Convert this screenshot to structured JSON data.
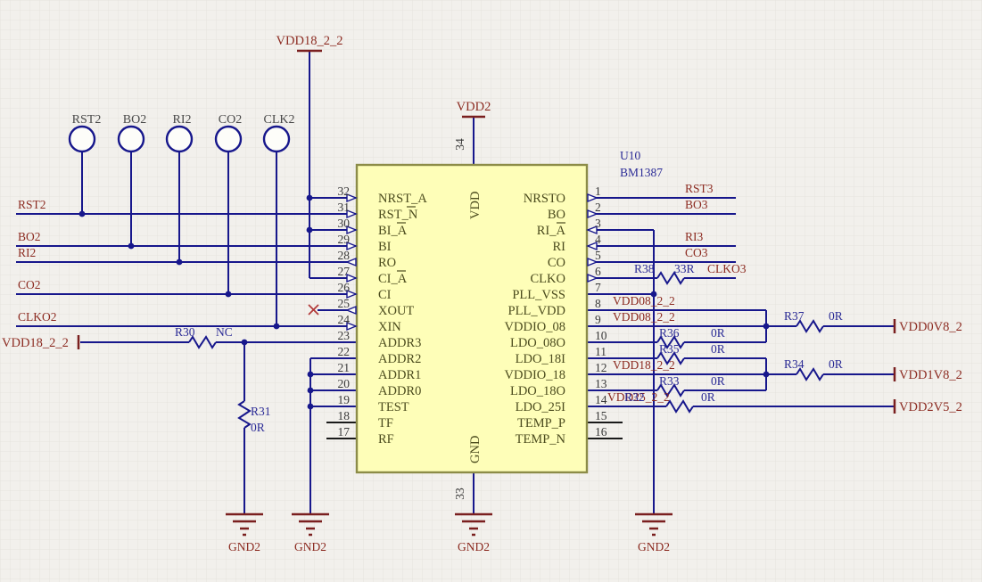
{
  "ic": {
    "refdes": "U10",
    "part": "BM1387",
    "top_pin": {
      "number": "34",
      "name": "VDD"
    },
    "bottom_pin": {
      "number": "33",
      "name": "GND"
    },
    "left_pins": [
      {
        "number": "32",
        "name": "NRST_A"
      },
      {
        "number": "31",
        "name": "RST_N"
      },
      {
        "number": "30",
        "name": "BI_A"
      },
      {
        "number": "29",
        "name": "BI"
      },
      {
        "number": "28",
        "name": "RO"
      },
      {
        "number": "27",
        "name": "CI_A"
      },
      {
        "number": "26",
        "name": "CI"
      },
      {
        "number": "25",
        "name": "XOUT"
      },
      {
        "number": "24",
        "name": "XIN"
      },
      {
        "number": "23",
        "name": "ADDR3"
      },
      {
        "number": "22",
        "name": "ADDR2"
      },
      {
        "number": "21",
        "name": "ADDR1"
      },
      {
        "number": "20",
        "name": "ADDR0"
      },
      {
        "number": "19",
        "name": "TEST"
      },
      {
        "number": "18",
        "name": "TF"
      },
      {
        "number": "17",
        "name": "RF"
      }
    ],
    "right_pins": [
      {
        "number": "1",
        "name": "NRSTO"
      },
      {
        "number": "2",
        "name": "BO"
      },
      {
        "number": "3",
        "name": "RI_A"
      },
      {
        "number": "4",
        "name": "RI"
      },
      {
        "number": "5",
        "name": "CO"
      },
      {
        "number": "6",
        "name": "CLKO"
      },
      {
        "number": "7",
        "name": "PLL_VSS"
      },
      {
        "number": "8",
        "name": "PLL_VDD"
      },
      {
        "number": "9",
        "name": "VDDIO_08"
      },
      {
        "number": "10",
        "name": "LDO_08O"
      },
      {
        "number": "11",
        "name": "LDO_18I"
      },
      {
        "number": "12",
        "name": "VDDIO_18"
      },
      {
        "number": "13",
        "name": "LDO_18O"
      },
      {
        "number": "14",
        "name": "LDO_25I"
      },
      {
        "number": "15",
        "name": "TEMP_P"
      },
      {
        "number": "16",
        "name": "TEMP_N"
      }
    ]
  },
  "connectors": {
    "labels": [
      "RST2",
      "BO2",
      "RI2",
      "CO2",
      "CLK2"
    ]
  },
  "nets": {
    "rst2": "RST2",
    "bo2": "BO2",
    "ri2": "RI2",
    "co2": "CO2",
    "clko2": "CLKO2",
    "rst3": "RST3",
    "bo3": "BO3",
    "ri3": "RI3",
    "co3": "CO3",
    "clko3": "CLKO3",
    "vdd08_pin8": "VDD08_2_2",
    "vdd08_pin9": "VDD08_2_2",
    "vdd18_pin12": "VDD18_2_2",
    "vdd25_pin14": "VDD25_2_2"
  },
  "ports": {
    "vdd18_top": "VDD18_2_2",
    "vdd18_left": "VDD18_2_2",
    "vdd2": "VDD2",
    "vdd0v8": "VDD0V8_2",
    "vdd1v8": "VDD1V8_2",
    "vdd2v5": "VDD2V5_2",
    "gnd_labels": [
      "GND2",
      "GND2",
      "GND2",
      "GND2"
    ]
  },
  "resistors": {
    "r30": {
      "ref": "R30",
      "value": "NC"
    },
    "r31": {
      "ref": "R31",
      "value": "0R"
    },
    "r32": {
      "ref": "R32",
      "value": "0R"
    },
    "r33": {
      "ref": "R33",
      "value": "0R"
    },
    "r34": {
      "ref": "R34",
      "value": "0R"
    },
    "r35": {
      "ref": "R35",
      "value": "0R"
    },
    "r36": {
      "ref": "R36",
      "value": "0R"
    },
    "r37": {
      "ref": "R37",
      "value": "0R"
    },
    "r38": {
      "ref": "R38",
      "value": "33R"
    }
  }
}
